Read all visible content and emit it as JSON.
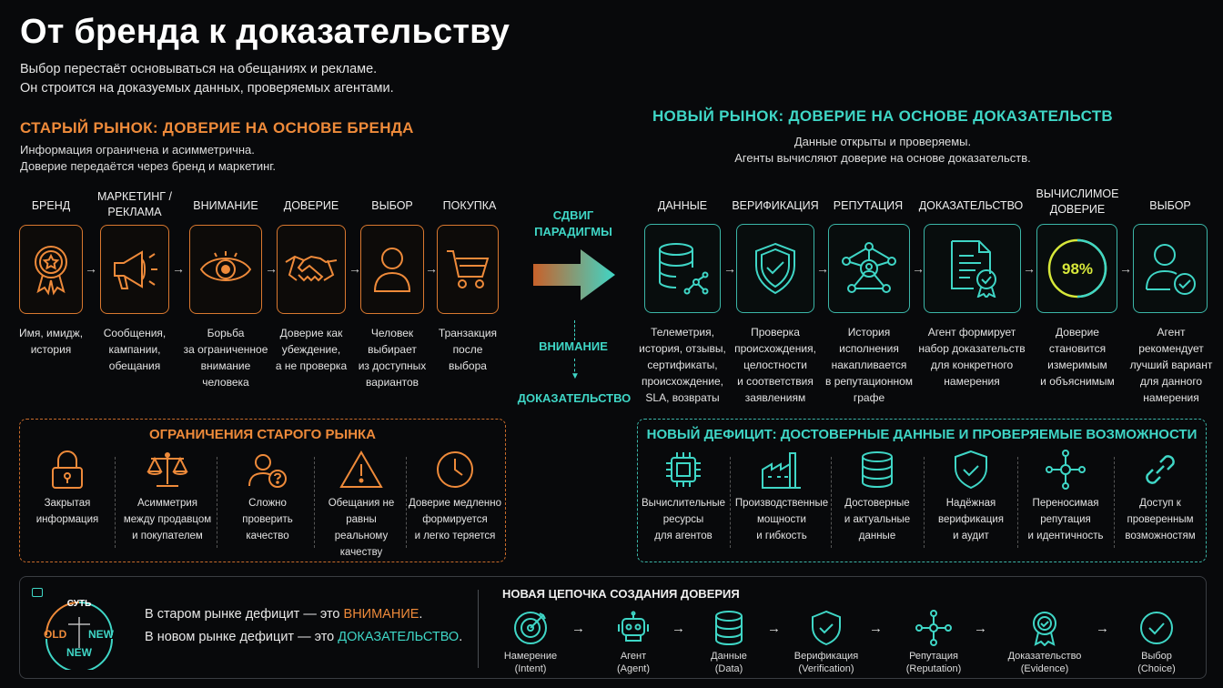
{
  "header": {
    "title": "От бренда к доказательству",
    "sub1": "Выбор перестаёт основываться на обещаниях и рекламе.",
    "sub2": "Он строится на доказуемых данных, проверяемых агентами."
  },
  "old_market": {
    "title": "СТАРЫЙ РЫНОК: ДОВЕРИЕ НА ОСНОВЕ БРЕНДА",
    "desc1": "Информация ограничена и асимметрична.",
    "desc2": "Доверие передаётся через бренд и маркетинг.",
    "steps": [
      {
        "label": "БРЕНД",
        "icon": "ribbon-star-icon",
        "d": [
          "Имя, имидж,",
          "история"
        ]
      },
      {
        "label": "МАРКЕТИНГ / РЕКЛАМА",
        "icon": "megaphone-icon",
        "d": [
          "Сообщения,",
          "кампании,",
          "обещания"
        ]
      },
      {
        "label": "ВНИМАНИЕ",
        "icon": "eye-icon",
        "d": [
          "Борьба",
          "за ограниченное",
          "внимание",
          "человека"
        ]
      },
      {
        "label": "ДОВЕРИЕ",
        "icon": "handshake-icon",
        "d": [
          "Доверие как",
          "убеждение,",
          "а не проверка"
        ]
      },
      {
        "label": "ВЫБОР",
        "icon": "person-icon",
        "d": [
          "Человек",
          "выбирает",
          "из доступных",
          "вариантов"
        ]
      },
      {
        "label": "ПОКУПКА",
        "icon": "cart-icon",
        "d": [
          "Транзакция",
          "после",
          "выбора"
        ]
      }
    ]
  },
  "shift": {
    "label1": "СДВИГ",
    "label2": "ПАРАДИГМЫ",
    "from": "ВНИМАНИЕ",
    "to": "ДОКАЗАТЕЛЬСТВО"
  },
  "new_market": {
    "title": "НОВЫЙ РЫНОК: ДОВЕРИЕ НА ОСНОВЕ ДОКАЗАТЕЛЬСТВ",
    "desc1": "Данные открыты и проверяемы.",
    "desc2": "Агенты вычисляют доверие на основе доказательств.",
    "steps": [
      {
        "label": "ДАННЫЕ",
        "icon": "database-icon",
        "d": [
          "Телеметрия,",
          "история, отзывы,",
          "сертификаты,",
          "происхождение,",
          "SLA, возвраты"
        ]
      },
      {
        "label": "ВЕРИФИКАЦИЯ",
        "icon": "shield-check-icon",
        "d": [
          "Проверка",
          "происхождения,",
          "целостности",
          "и соответствия",
          "заявлениям"
        ]
      },
      {
        "label": "РЕПУТАЦИЯ",
        "icon": "network-icon",
        "d": [
          "История",
          "исполнения",
          "накапливается",
          "в репутационном",
          "графе"
        ]
      },
      {
        "label": "ДОКАЗАТЕЛЬСТВО",
        "icon": "certificate-icon",
        "d": [
          "Агент формирует",
          "набор доказательств",
          "для конкретного",
          "намерения"
        ]
      },
      {
        "label": "ВЫЧИСЛИМОЕ ДОВЕРИЕ",
        "icon": "percent-gauge-icon",
        "value": "98%",
        "d": [
          "Доверие",
          "становится",
          "измеримым",
          "и объяснимым"
        ]
      },
      {
        "label": "ВЫБОР",
        "icon": "person-check-icon",
        "d": [
          "Агент рекомендует",
          "лучший вариант",
          "для данного",
          "намерения"
        ]
      }
    ]
  },
  "old_limits": {
    "title": "ОГРАНИЧЕНИЯ СТАРОГО РЫНКА",
    "items": [
      {
        "icon": "lock-icon",
        "d": [
          "Закрытая",
          "информация"
        ]
      },
      {
        "icon": "scales-icon",
        "d": [
          "Асимметрия",
          "между продавцом",
          "и покупателем"
        ]
      },
      {
        "icon": "person-question-icon",
        "d": [
          "Сложно",
          "проверить",
          "качество"
        ]
      },
      {
        "icon": "warning-icon",
        "d": [
          "Обещания не",
          "равны реальному",
          "качеству"
        ]
      },
      {
        "icon": "clock-icon",
        "d": [
          "Доверие медленно",
          "формируется",
          "и легко теряется"
        ]
      }
    ]
  },
  "new_deficit": {
    "title": "НОВЫЙ ДЕФИЦИТ: ДОСТОВЕРНЫЕ ДАННЫЕ И ПРОВЕРЯЕМЫЕ ВОЗМОЖНОСТИ",
    "items": [
      {
        "icon": "chip-icon",
        "d": [
          "Вычислительные",
          "ресурсы",
          "для агентов"
        ]
      },
      {
        "icon": "factory-icon",
        "d": [
          "Производственные",
          "мощности",
          "и гибкость"
        ]
      },
      {
        "icon": "database-icon",
        "d": [
          "Достоверные",
          "и актуальные",
          "данные"
        ]
      },
      {
        "icon": "shield-check-icon",
        "d": [
          "Надёжная",
          "верификация",
          "и аудит"
        ]
      },
      {
        "icon": "network-icon",
        "d": [
          "Переносимая",
          "репутация",
          "и идентичность"
        ]
      },
      {
        "icon": "link-icon",
        "d": [
          "Доступ к",
          "проверенным",
          "возможностям"
        ]
      }
    ]
  },
  "essence": {
    "badge_top": "СУТЬ",
    "badge_old": "OLD",
    "badge_new_r": "NEW",
    "badge_new_b": "NEW",
    "line1_pre": "В старом рынке дефицит — это ",
    "line1_hl": "ВНИМАНИЕ",
    "line1_post": ".",
    "line2_pre": "В новом рынке дефицит — это ",
    "line2_hl": "ДОКАЗАТЕЛЬСТВО",
    "line2_post": "."
  },
  "chain": {
    "title": "НОВАЯ ЦЕПОЧКА СОЗДАНИЯ ДОВЕРИЯ",
    "items": [
      {
        "icon": "target-icon",
        "a": "Намерение",
        "b": "(Intent)"
      },
      {
        "icon": "robot-icon",
        "a": "Агент",
        "b": "(Agent)"
      },
      {
        "icon": "database-icon",
        "a": "Данные",
        "b": "(Data)"
      },
      {
        "icon": "shield-check-icon",
        "a": "Верификация",
        "b": "(Verification)"
      },
      {
        "icon": "network-icon",
        "a": "Репутация",
        "b": "(Reputation)"
      },
      {
        "icon": "certificate-icon",
        "a": "Доказательство",
        "b": "(Evidence)"
      },
      {
        "icon": "check-circle-icon",
        "a": "Выбор",
        "b": "(Choice)"
      }
    ]
  }
}
